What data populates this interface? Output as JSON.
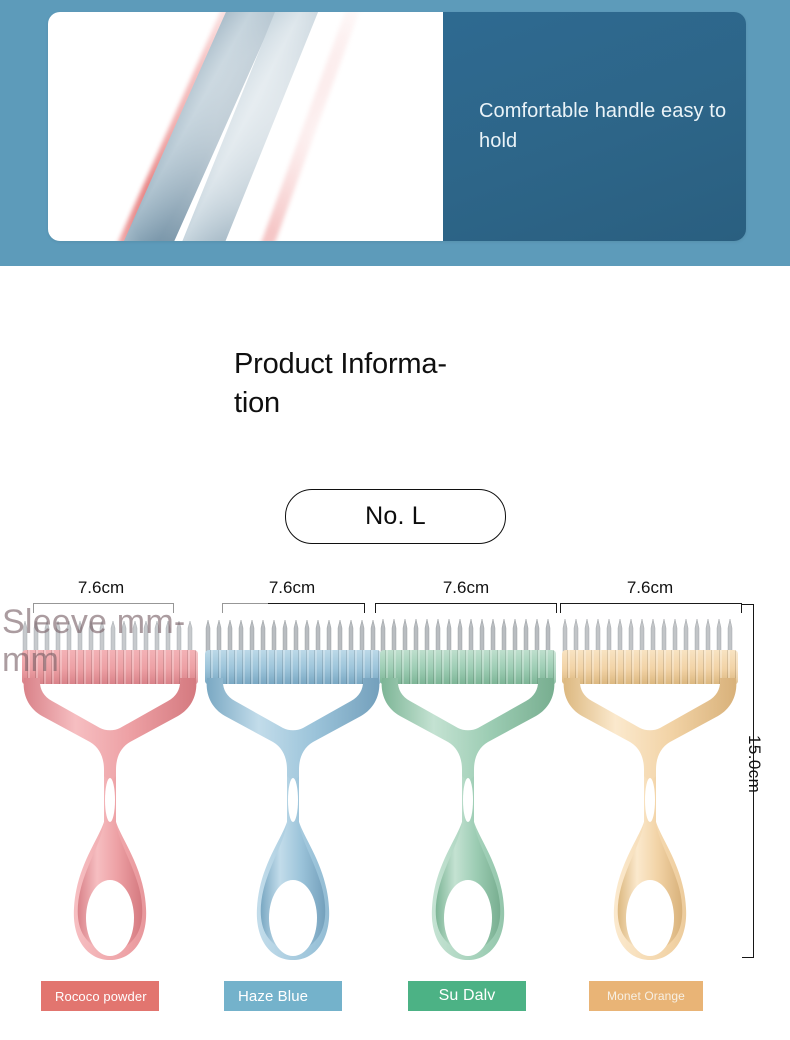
{
  "banner": {
    "headline": "Comfortable handle easy to hold",
    "panel_color": "#2d6588",
    "background_color": "#5d9bba",
    "photo_alt": "close-up-of-blue-handle"
  },
  "section": {
    "title": "Product Informa-tion",
    "title_line1": "Product Informa-",
    "title_line2": "tion",
    "model_pill": "No. L"
  },
  "watermark": {
    "line1": "Sleeve mm-",
    "line2": "mm"
  },
  "measurements": {
    "width_labels": [
      "7.6cm",
      "7.6cm",
      "7.6cm",
      "7.6cm"
    ],
    "height_label": "15.0cm"
  },
  "products": [
    {
      "color_name": "Rococo powder",
      "chip_color": "#e2756f",
      "body_color": "#eda0a4",
      "body_dark": "#d98289",
      "body_light": "#f6bec1",
      "teeth_color": "#c6c9cc",
      "width_label": "7.6cm"
    },
    {
      "color_name": "Haze Blue",
      "chip_color": "#74b2cb",
      "body_color": "#9cc4da",
      "body_dark": "#7aa8c3",
      "body_light": "#c2dcea",
      "teeth_color": "#b9bdc1",
      "width_label": "7.6cm"
    },
    {
      "color_name": "Su Dalv",
      "chip_color": "#4cb285",
      "body_color": "#9dcdb4",
      "body_dark": "#7db596",
      "body_light": "#c4e2d2",
      "teeth_color": "#b9bdc1",
      "width_label": "7.6cm"
    },
    {
      "color_name": "Monet Orange",
      "chip_color": "#e9b476",
      "body_color": "#f2d3a6",
      "body_dark": "#dcb880",
      "body_light": "#fbe9cd",
      "teeth_color": "#c2c5c8",
      "width_label": "7.6cm"
    }
  ]
}
